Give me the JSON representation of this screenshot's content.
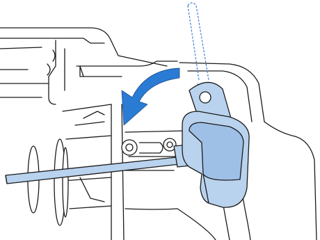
{
  "figure": {
    "subject": "sewing-machine-needle-bar-lever",
    "colors": {
      "outline": "#1a1a1a",
      "part_fill": "#b9d3ee",
      "part_shade": "#9fc0e6",
      "arrow": "#2a7bd4",
      "background": "#ffffff"
    },
    "parts": [
      {
        "name": "machine-body-outline"
      },
      {
        "name": "lever-cap"
      },
      {
        "name": "drive-shaft"
      },
      {
        "name": "shaft-washer-discs"
      },
      {
        "name": "screw-holes"
      },
      {
        "name": "dashed-pin-ghost"
      },
      {
        "name": "rotation-arrow"
      }
    ],
    "arrow": {
      "direction": "counterclockwise"
    }
  }
}
